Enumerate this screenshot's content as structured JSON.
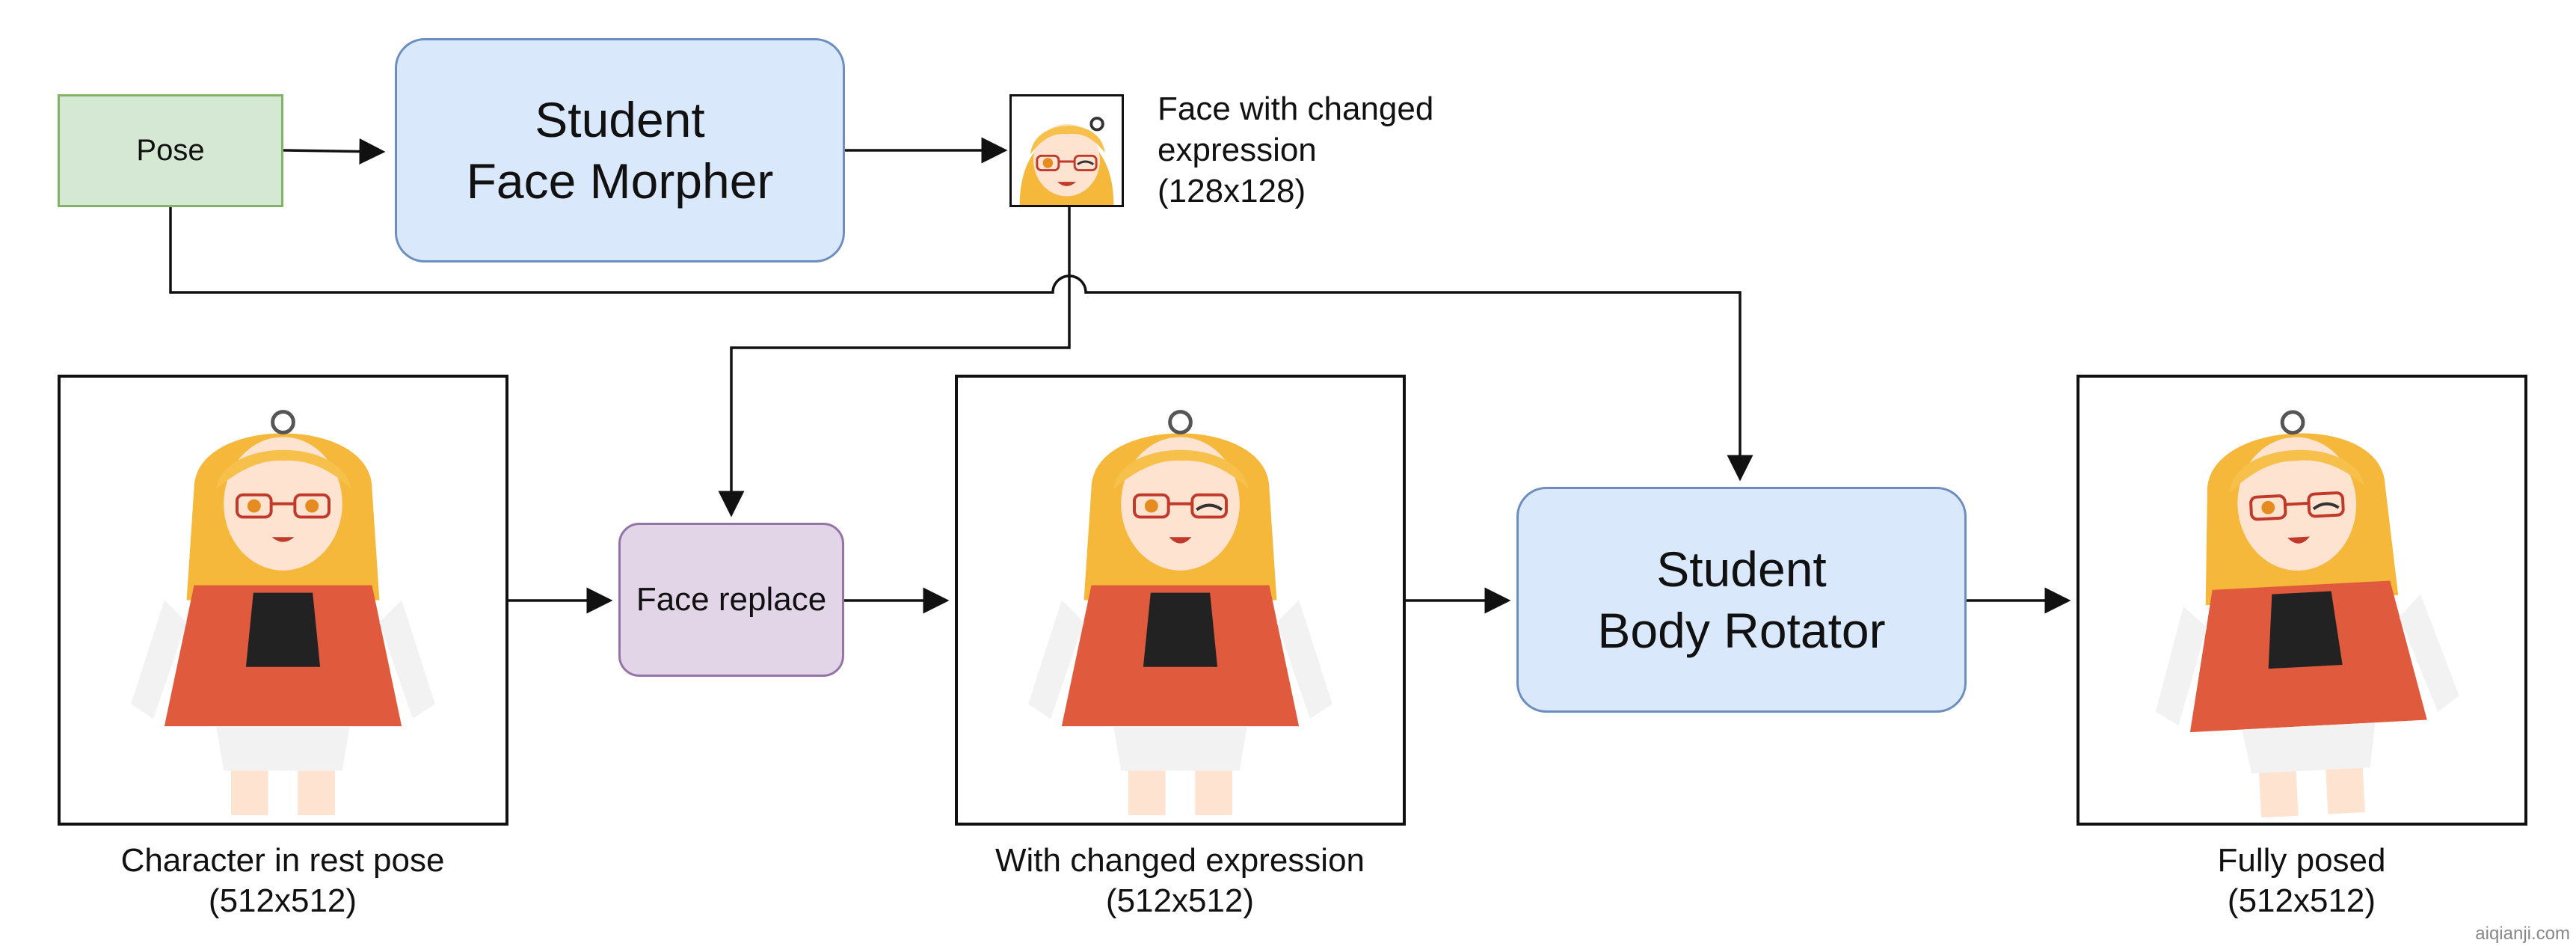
{
  "nodes": {
    "pose": "Pose",
    "student_face_morpher": [
      "Student",
      "Face Morpher"
    ],
    "face_replace": "Face replace",
    "student_body_rotator": [
      "Student",
      "Body Rotator"
    ]
  },
  "captions": {
    "face": [
      "Face with changed",
      "expression",
      "(128x128)"
    ],
    "rest": [
      "Character in rest pose",
      "(512x512)"
    ],
    "changed": [
      "With changed expression",
      "(512x512)"
    ],
    "full": [
      "Fully posed",
      "(512x512)"
    ]
  },
  "watermark": "aiqianji.com",
  "colors": {
    "pose_fill": "#d5e8d4",
    "pose_border": "#82b366",
    "student_fill": "#dae8fc",
    "student_border": "#6c8ebf",
    "replace_fill": "#e1d5e7",
    "replace_border": "#9673a6",
    "hair": "#f5b83a",
    "jacket": "#e05a3e"
  }
}
